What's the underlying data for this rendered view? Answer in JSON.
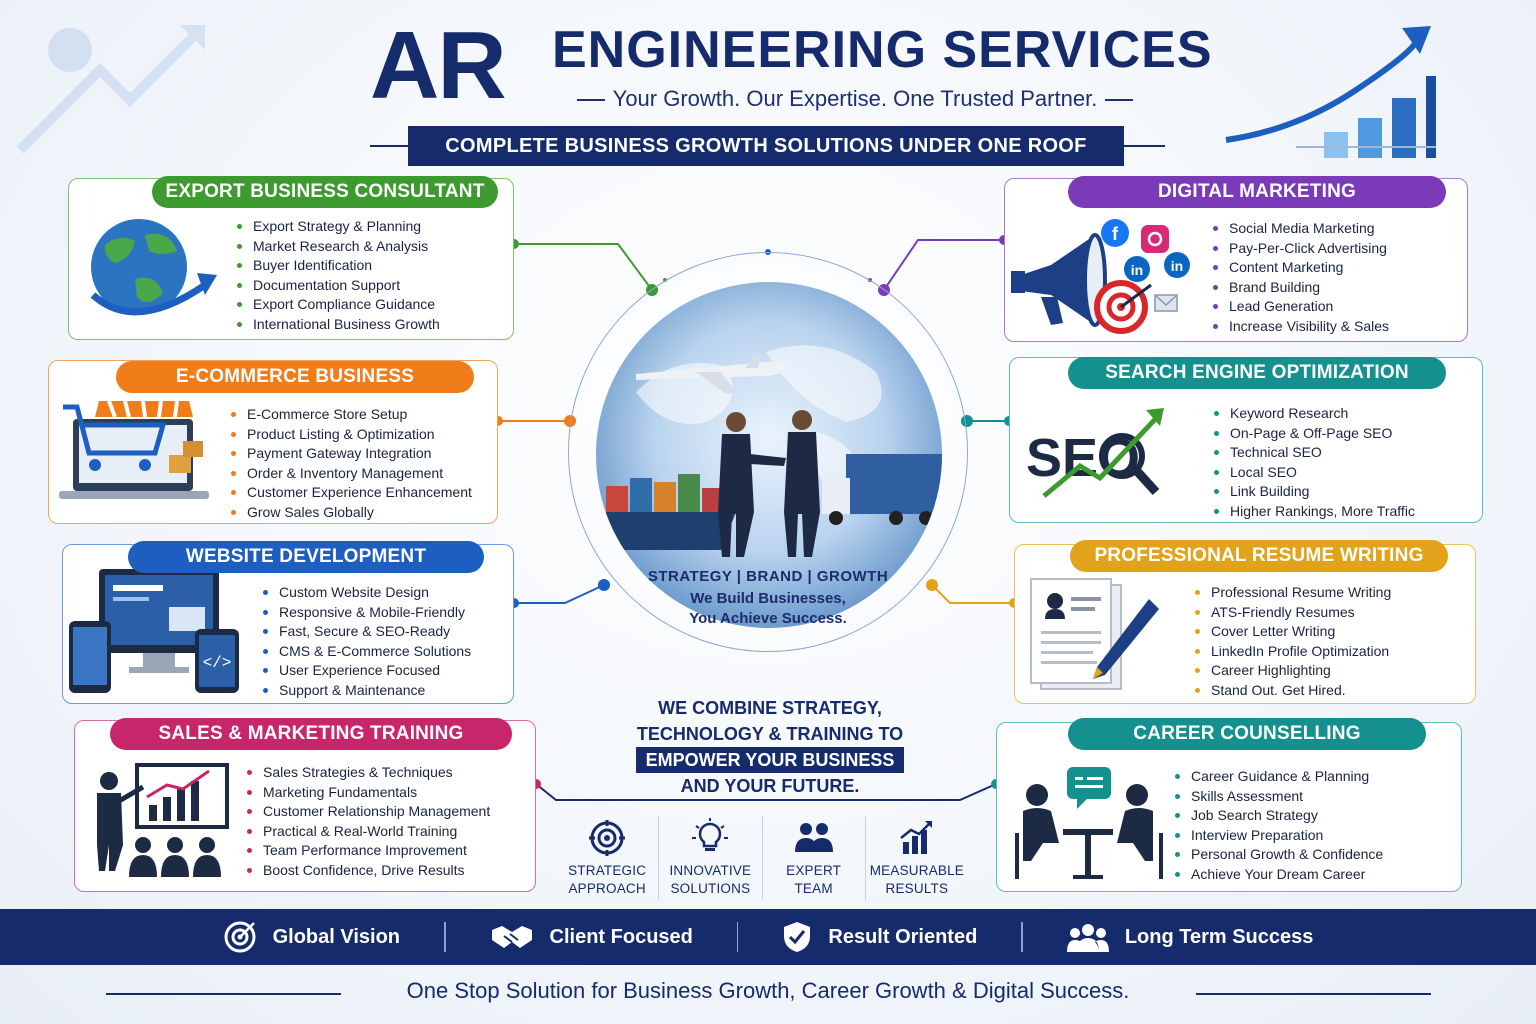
{
  "header": {
    "logo_ar": "AR",
    "logo_name": "ENGINEERING SERVICES",
    "tagline": "Your Growth. Our Expertise. One Trusted Partner.",
    "banner": "COMPLETE BUSINESS GROWTH SOLUTIONS UNDER ONE ROOF"
  },
  "colors": {
    "navy": "#152b6b",
    "green": "#3d9a2e",
    "orange": "#f07d1a",
    "blue": "#1d5fc0",
    "pink": "#c8266a",
    "purple": "#7b3bb8",
    "teal": "#14918f",
    "gold": "#e2a21a"
  },
  "left_cards": [
    {
      "title": "EXPORT BUSINESS CONSULTANT",
      "icon": "globe-arrow-icon",
      "items": [
        "Export Strategy & Planning",
        "Market Research & Analysis",
        "Buyer Identification",
        "Documentation Support",
        "Export Compliance Guidance",
        "International Business Growth"
      ]
    },
    {
      "title": "E-COMMERCE BUSINESS",
      "icon": "shopping-cart-store-icon",
      "items": [
        "E-Commerce Store Setup",
        "Product Listing & Optimization",
        "Payment Gateway Integration",
        "Order & Inventory Management",
        "Customer Experience Enhancement",
        "Grow Sales Globally"
      ]
    },
    {
      "title": "WEBSITE DEVELOPMENT",
      "icon": "devices-icon",
      "items": [
        "Custom Website Design",
        "Responsive & Mobile-Friendly",
        "Fast, Secure & SEO-Ready",
        "CMS & E-Commerce Solutions",
        "User Experience Focused",
        "Support & Maintenance"
      ]
    },
    {
      "title": "SALES & MARKETING TRAINING",
      "icon": "presentation-icon",
      "items": [
        "Sales Strategies & Techniques",
        "Marketing Fundamentals",
        "Customer Relationship Management",
        "Practical & Real-World Training",
        "Team Performance Improvement",
        "Boost Confidence, Drive Results"
      ]
    }
  ],
  "right_cards": [
    {
      "title": "DIGITAL MARKETING",
      "icon": "megaphone-social-icon",
      "items": [
        "Social Media Marketing",
        "Pay-Per-Click Advertising",
        "Content Marketing",
        "Brand Building",
        "Lead Generation",
        "Increase Visibility & Sales"
      ]
    },
    {
      "title": "SEARCH ENGINE OPTIMIZATION",
      "icon": "seo-magnifier-icon",
      "icon_text": "SEO",
      "items": [
        "Keyword Research",
        "On-Page & Off-Page SEO",
        "Technical SEO",
        "Local SEO",
        "Link Building",
        "Higher Rankings, More Traffic"
      ]
    },
    {
      "title": "PROFESSIONAL RESUME WRITING",
      "icon": "resume-pen-icon",
      "items": [
        "Professional Resume Writing",
        "ATS-Friendly Resumes",
        "Cover Letter Writing",
        "LinkedIn Profile Optimization",
        "Career Highlighting",
        "Stand Out. Get Hired."
      ]
    },
    {
      "title": "CAREER COUNSELLING",
      "icon": "counselling-icon",
      "items": [
        "Career Guidance & Planning",
        "Skills Assessment",
        "Job Search Strategy",
        "Interview Preparation",
        "Personal Growth & Confidence",
        "Achieve Your Dream Career"
      ]
    }
  ],
  "center": {
    "line1": "STRATEGY | BRAND | GROWTH",
    "line2": "We Build Businesses,",
    "line3": "You Achieve Success.",
    "combine1": "WE COMBINE STRATEGY,",
    "combine2": "TECHNOLOGY & TRAINING TO",
    "combine3": "EMPOWER YOUR BUSINESS",
    "combine4": "AND YOUR FUTURE."
  },
  "features": [
    {
      "l1": "STRATEGIC",
      "l2": "APPROACH",
      "icon": "target-icon"
    },
    {
      "l1": "INNOVATIVE",
      "l2": "SOLUTIONS",
      "icon": "lightbulb-icon"
    },
    {
      "l1": "EXPERT",
      "l2": "TEAM",
      "icon": "team-icon"
    },
    {
      "l1": "MEASURABLE",
      "l2": "RESULTS",
      "icon": "bar-chart-icon"
    }
  ],
  "footer": {
    "items": [
      {
        "label": "Global Vision",
        "icon": "target-icon"
      },
      {
        "label": "Client Focused",
        "icon": "handshake-icon"
      },
      {
        "label": "Result Oriented",
        "icon": "shield-check-icon"
      },
      {
        "label": "Long Term Success",
        "icon": "group-icon"
      }
    ],
    "tagline": "One Stop Solution for Business Growth, Career Growth & Digital Success."
  }
}
